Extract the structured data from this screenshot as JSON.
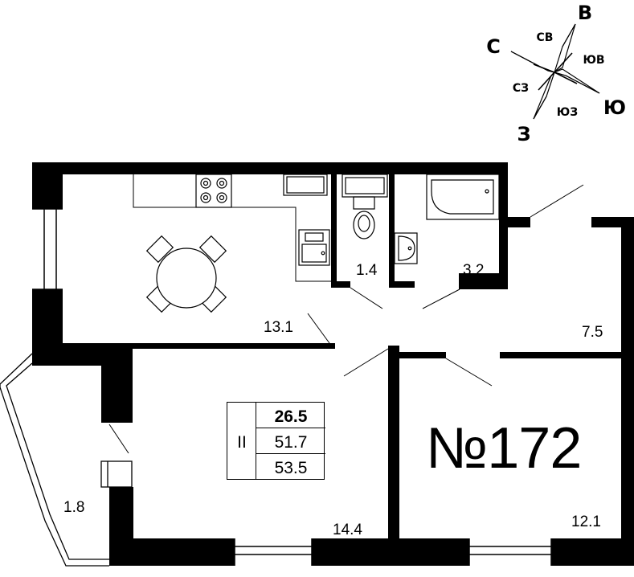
{
  "compass": {
    "north": "С",
    "east": "В",
    "south": "Ю",
    "west": "З",
    "northeast": "СВ",
    "southeast": "ЮВ",
    "southwest": "ЮЗ",
    "northwest": "СЗ"
  },
  "apartment_number": "№172",
  "area_summary": {
    "rooms": "II",
    "living": "26.5",
    "total": "51.7",
    "total_with_balcony": "53.5"
  },
  "room_areas": {
    "kitchen": "13.1",
    "wc": "1.4",
    "bathroom": "3.2",
    "hall": "7.5",
    "living_room": "14.4",
    "bedroom": "12.1",
    "balcony": "1.8"
  },
  "icons": [
    "compass-rose-icon",
    "stove-icon",
    "sink-icon",
    "toilet-icon",
    "bathtub-icon",
    "washbasin-icon",
    "dining-table-icon",
    "window-icon"
  ]
}
